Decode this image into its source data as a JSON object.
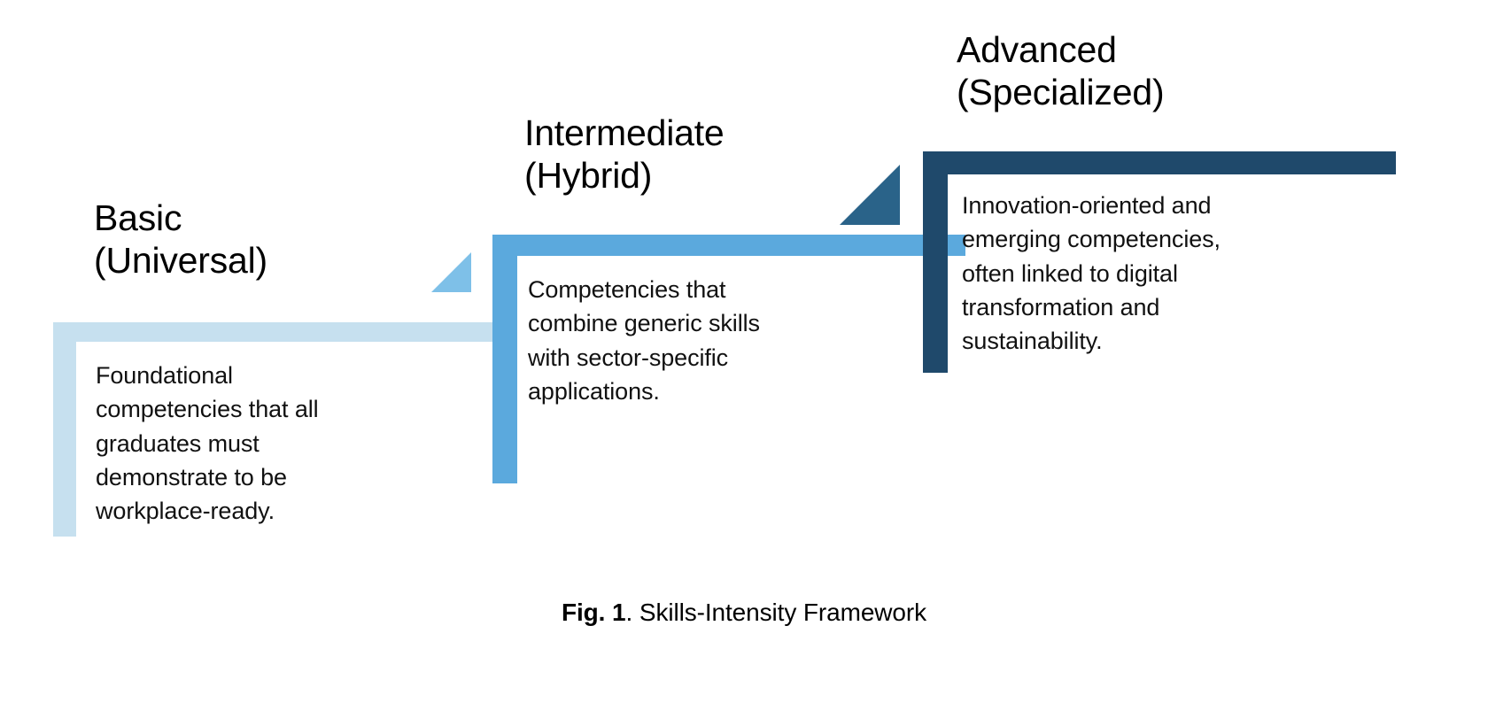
{
  "figure": {
    "caption_label": "Fig. 1",
    "caption_separator": ". ",
    "caption_text": "Skills-Intensity Framework"
  },
  "colors": {
    "basic": "#C6E0EF",
    "intermediate": "#5BA9DD",
    "advanced": "#1F496B",
    "text": "#000000",
    "background": "#FFFFFF"
  },
  "tiers": [
    {
      "id": "basic",
      "title": "Basic\n(Universal)",
      "title_line1": "Basic",
      "title_line2": "(Universal)",
      "body": "Foundational\ncompetencies that all\ngraduates must\ndemonstrate to be\nworkplace-ready.",
      "color": "#C6E0EF",
      "level": 1
    },
    {
      "id": "intermediate",
      "title": "Intermediate\n(Hybrid)",
      "title_line1": "Intermediate",
      "title_line2": "(Hybrid)",
      "body": "Competencies that\ncombine generic skills\nwith sector-specific\napplications.",
      "color": "#5BA9DD",
      "level": 2
    },
    {
      "id": "advanced",
      "title": "Advanced\n(Specialized)",
      "title_line1": "Advanced",
      "title_line2": "(Specialized)",
      "body": "Innovation-oriented and\nemerging competencies,\noften linked to digital\ntransformation and\nsustainability.",
      "color": "#1F496B",
      "level": 3
    }
  ]
}
